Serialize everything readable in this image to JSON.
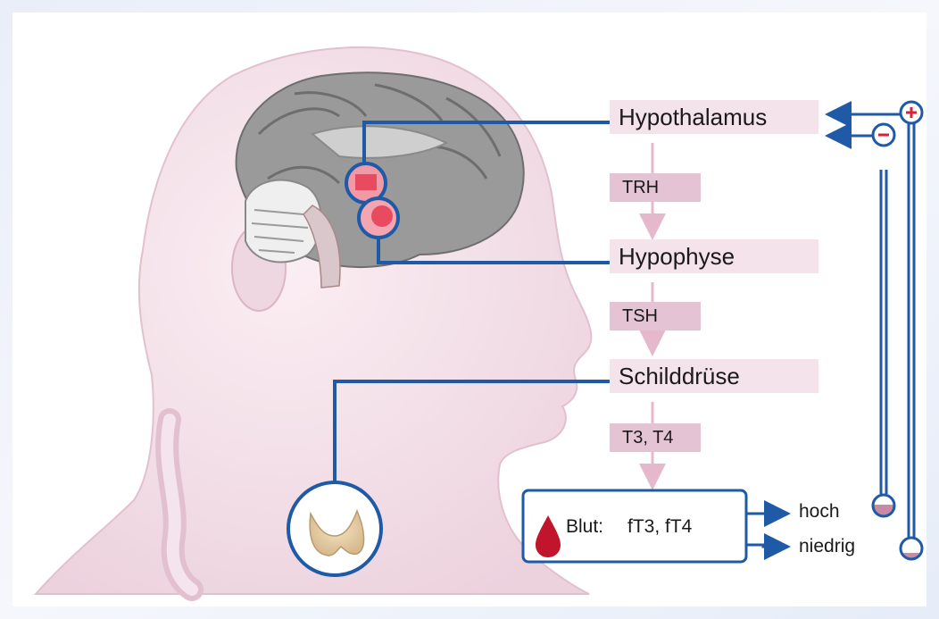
{
  "diagram": {
    "organs": {
      "hypothalamus": "Hypothalamus",
      "hypophyse": "Hypophyse",
      "schilddruese": "Schilddrüse"
    },
    "hormones": {
      "trh": "TRH",
      "tsh": "TSH",
      "t3_t4": "T3, T4"
    },
    "blood": {
      "label": "Blut:",
      "values": "fT3, fT4"
    },
    "outcomes": {
      "high": "hoch",
      "low": "niedrig"
    },
    "feedback": {
      "positive_symbol": "+",
      "negative_symbol": "−"
    },
    "colors": {
      "line": "#1f5aa6",
      "box_fill": "#f5e3ec",
      "hormone_fill": "#e4c3d4",
      "arrow_pink": "#e6b8cc",
      "positive": "#d3243a",
      "negative": "#d3243a",
      "blood_drop": "#c0152a"
    }
  }
}
